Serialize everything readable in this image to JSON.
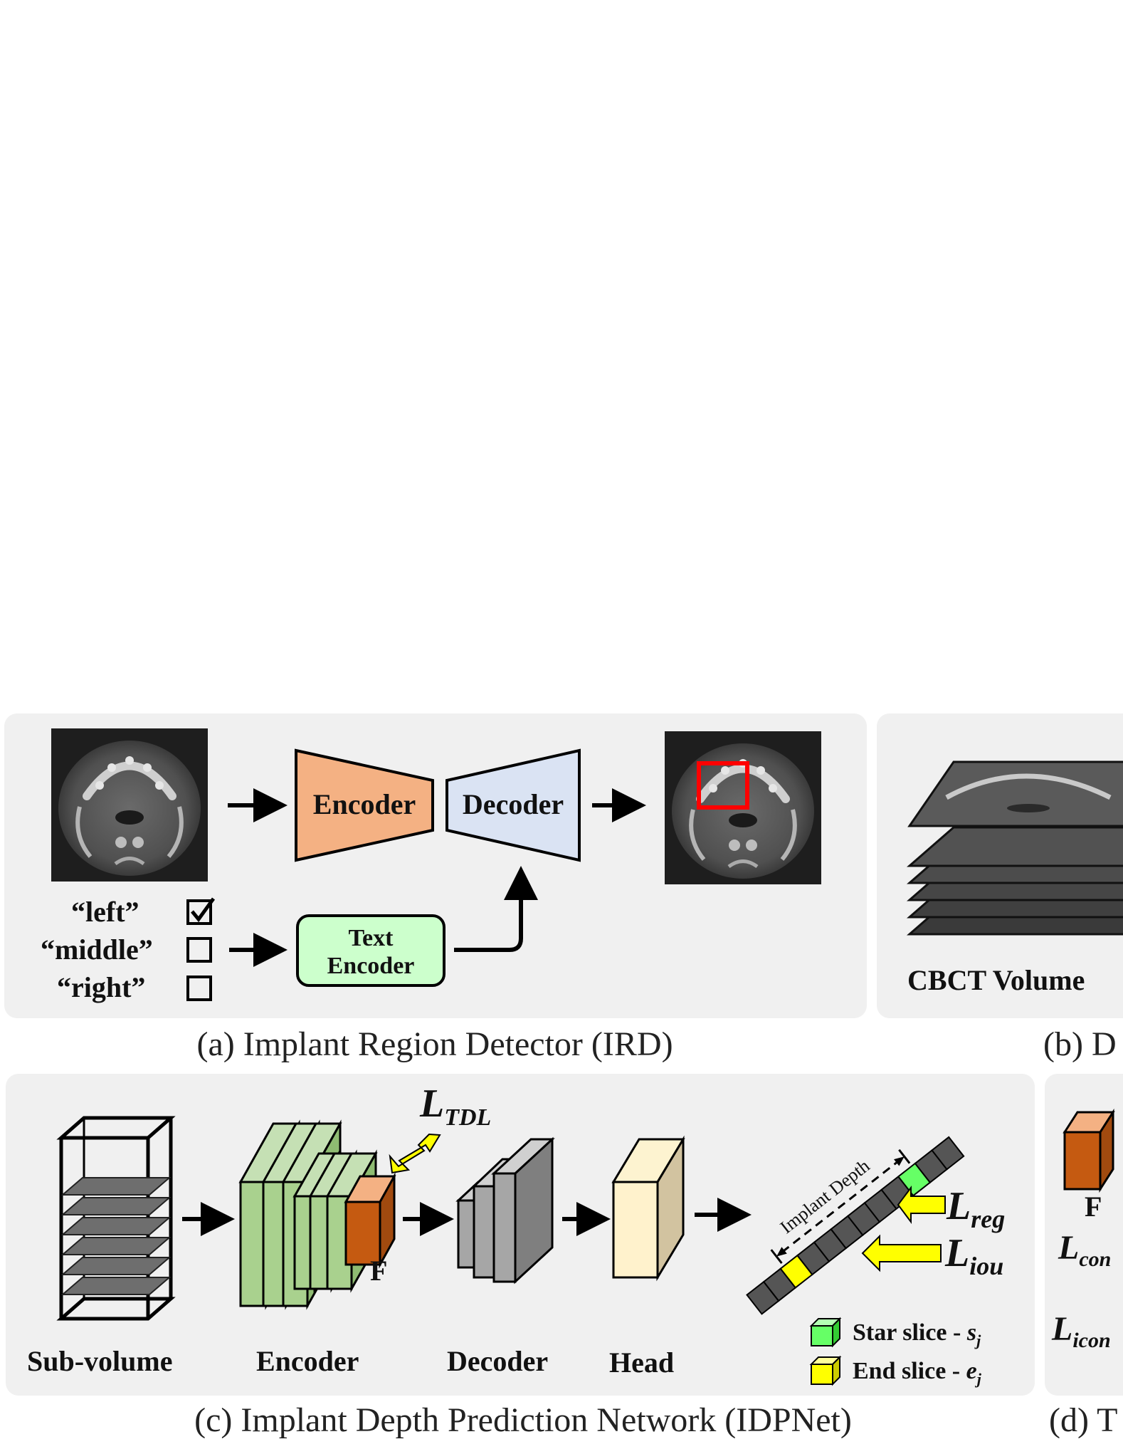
{
  "panel_a": {
    "caption": "(a) Implant Region Detector (IRD)",
    "encoder": "Encoder",
    "decoder": "Decoder",
    "text_encoder_line1": "Text",
    "text_encoder_line2": "Encoder",
    "options": [
      {
        "label": "“left”",
        "checked": true
      },
      {
        "label": "“middle”",
        "checked": false
      },
      {
        "label": "“right”",
        "checked": false
      }
    ],
    "colors": {
      "encoder": "#f4b183",
      "decoder": "#dae3f3",
      "text_encoder": "#ccffcc",
      "box": "#ff0000"
    }
  },
  "panel_b": {
    "caption_partial": "(b) D",
    "volume_label": "CBCT  Volume"
  },
  "panel_c": {
    "caption": "(c) Implant Depth Prediction Network (IDPNet)",
    "subvolume": "Sub-volume",
    "encoder": "Encoder",
    "decoder": "Decoder",
    "head": "Head",
    "feature": "F",
    "loss_tdl": {
      "base": "L",
      "sub": "TDL"
    },
    "loss_reg": {
      "base": "L",
      "sub": "reg"
    },
    "loss_iou": {
      "base": "L",
      "sub": "iou"
    },
    "implant_depth": "Implant Depth",
    "legend_start": {
      "text": "Star slice - ",
      "var": "s",
      "sub": "j"
    },
    "legend_end": {
      "text": "End slice - ",
      "var": "e",
      "sub": "j"
    },
    "colors": {
      "encoder": "#a9d18e",
      "feature": "#c55a11",
      "decoder": "#a6a6a6",
      "head": "#fff2cc",
      "start": "#66ff66",
      "end": "#ffff00",
      "arrow": "#ffff00"
    }
  },
  "panel_d": {
    "caption_partial": "(d) T",
    "feature": "F",
    "loss_con": {
      "base": "L",
      "sub": "con"
    },
    "loss_icon": {
      "base": "L",
      "sub": "icon"
    }
  }
}
